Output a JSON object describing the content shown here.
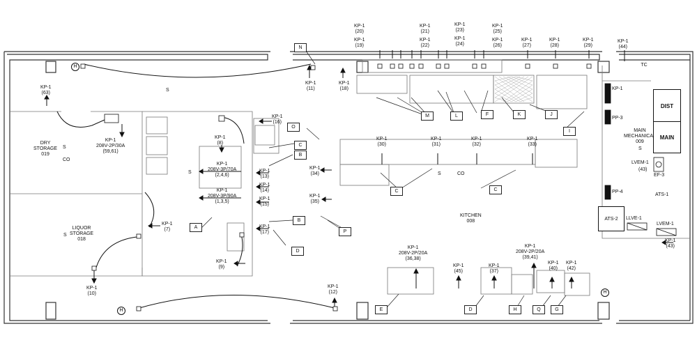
{
  "rooms": {
    "dry": {
      "name_1": "DRY",
      "name_2": "STORAGE",
      "number": "019"
    },
    "liquor": {
      "name_1": "LIQUOR",
      "name_2": "STORAGE",
      "number": "018"
    },
    "kitchen": {
      "name": "KITCHEN",
      "number": "008"
    },
    "mech": {
      "name_1": "MAIN",
      "name_2": "MECHANICAL",
      "number": "009"
    }
  },
  "circuits": {
    "c63": {
      "l1": "KP-1",
      "l2": "(63)"
    },
    "c5961": {
      "l1": "KP-1",
      "l2": "208V-2P/30A",
      "l3": "(59,61)"
    },
    "c7": {
      "l1": "KP-1",
      "l2": "(7)"
    },
    "c10": {
      "l1": "KP-1",
      "l2": "(10)"
    },
    "c8": {
      "l1": "KP-1",
      "l2": "(8)"
    },
    "c16": {
      "l1": "KP-1",
      "l2": "(16)"
    },
    "c246": {
      "l1": "KP-1",
      "l2": "208V-3P/70A",
      "l3": "(2,4,6)"
    },
    "c135": {
      "l1": "KP-1",
      "l2": "208V-3P/90A",
      "l3": "(1,3,5)"
    },
    "c13": {
      "l1": "KP-1",
      "l2": "(13)"
    },
    "c14": {
      "l1": "KP-1",
      "l2": "(14)"
    },
    "c15": {
      "l1": "KP-1",
      "l2": "(15)"
    },
    "c17": {
      "l1": "KP-1",
      "l2": "(17)"
    },
    "c9": {
      "l1": "KP-1",
      "l2": "(9)"
    },
    "c11": {
      "l1": "KP-1",
      "l2": "(11)"
    },
    "c18": {
      "l1": "KP-1",
      "l2": "(18)"
    },
    "c34": {
      "l1": "KP-1",
      "l2": "(34)"
    },
    "c35": {
      "l1": "KP-1",
      "l2": "(35)"
    },
    "c12": {
      "l1": "KP-1",
      "l2": "(12)"
    },
    "c20": {
      "l1": "KP-1",
      "l2": "(20)"
    },
    "c19": {
      "l1": "KP-1",
      "l2": "(19)"
    },
    "c21": {
      "l1": "KP-1",
      "l2": "(21)"
    },
    "c22": {
      "l1": "KP-1",
      "l2": "(22)"
    },
    "c23": {
      "l1": "KP-1",
      "l2": "(23)"
    },
    "c24": {
      "l1": "KP-1",
      "l2": "(24)"
    },
    "c25": {
      "l1": "KP-1",
      "l2": "(25)"
    },
    "c26": {
      "l1": "KP-1",
      "l2": "(26)"
    },
    "c27": {
      "l1": "KP-1",
      "l2": "(27)"
    },
    "c28": {
      "l1": "KP-1",
      "l2": "(28)"
    },
    "c29": {
      "l1": "KP-1",
      "l2": "(29)"
    },
    "c44": {
      "l1": "KP-1",
      "l2": "(44)"
    },
    "c30": {
      "l1": "KP-1",
      "l2": "(30)"
    },
    "c31": {
      "l1": "KP-1",
      "l2": "(31)"
    },
    "c32": {
      "l1": "KP-1",
      "l2": "(32)"
    },
    "c33": {
      "l1": "KP-1",
      "l2": "(33)"
    },
    "c3638": {
      "l1": "KP-1",
      "l2": "208V-2P/20A",
      "l3": "(36,38)"
    },
    "c3941": {
      "l1": "KP-1",
      "l2": "208V-2P/20A",
      "l3": "(39,41)"
    },
    "c45": {
      "l1": "KP-1",
      "l2": "(45)"
    },
    "c37": {
      "l1": "KP-1",
      "l2": "(37)"
    },
    "c40": {
      "l1": "KP-1",
      "l2": "(40)"
    },
    "c42": {
      "l1": "KP-1",
      "l2": "(42)"
    },
    "c43": {
      "l1": "KP-1",
      "l2": "(43)"
    }
  },
  "tags": {
    "N": "N",
    "O": "O",
    "C": "C",
    "B": "B",
    "A": "A",
    "D": "D",
    "P": "P",
    "M": "M",
    "L": "L",
    "F": "F",
    "K": "K",
    "J": "J",
    "I": "I",
    "E": "E",
    "H": "H",
    "Q": "Q",
    "G": "G",
    "TC": "TC"
  },
  "symbols": {
    "s": "S",
    "co": "CO",
    "h": "H"
  },
  "equipment": {
    "kp1": "KP-1",
    "pp3": "PP-3",
    "pp4": "PP-4",
    "dist": "DIST",
    "main": "MAIN",
    "lvem1": "LVEM-1",
    "ef3": "EF-3",
    "ats1": "ATS-1",
    "ats2": "ATS-2",
    "llve1": "LLVE-1",
    "lvem1b": "LVEM-1"
  }
}
